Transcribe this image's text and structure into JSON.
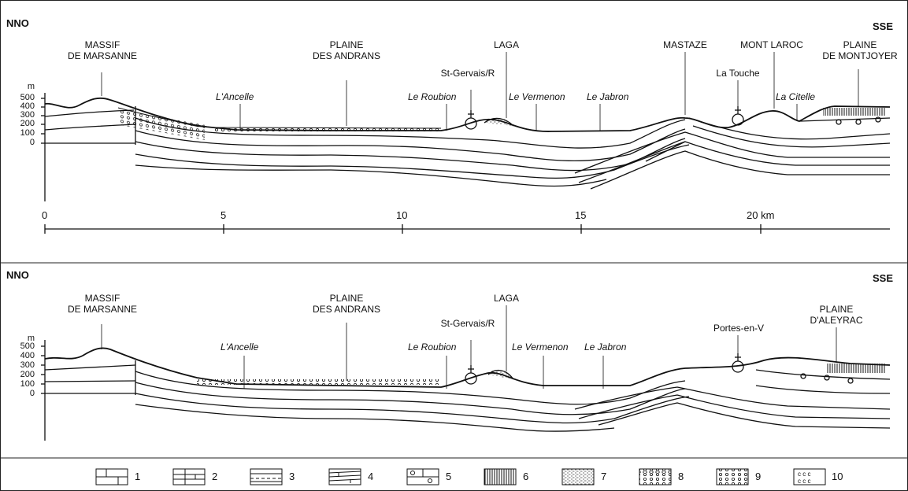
{
  "sections": [
    {
      "orientation_left": "NNO",
      "orientation_right": "SSE",
      "places": {
        "massif": "MASSIF\nDE MARSANNE",
        "plaine": "PLAINE\nDES ANDRANS",
        "laga": "LAGA",
        "mastaze": "MASTAZE",
        "mont_laroc": "MONT LAROC",
        "plaine_right": "PLAINE\nDE MONTJOYER"
      },
      "villages": {
        "st_gervais": "St-Gervais/R",
        "la_touche": "La Touche"
      },
      "rivers": {
        "ancelle": "L'Ancelle",
        "roubion": "Le Roubion",
        "vermenon": "Le Vermenon",
        "jabron": "Le Jabron",
        "citelle": "La Citelle"
      },
      "altitude_unit": "m",
      "altitude_ticks": [
        "500",
        "400",
        "300",
        "200",
        "100",
        "0"
      ]
    },
    {
      "orientation_left": "NNO",
      "orientation_right": "SSE",
      "places": {
        "massif": "MASSIF\nDE MARSANNE",
        "plaine": "PLAINE\nDES ANDRANS",
        "laga": "LAGA",
        "plaine_right": "PLAINE\nD'ALEYRAC"
      },
      "villages": {
        "st_gervais": "St-Gervais/R",
        "portes": "Portes-en-V"
      },
      "rivers": {
        "ancelle": "L'Ancelle",
        "roubion": "Le Roubion",
        "vermenon": "Le Vermenon",
        "jabron": "Le Jabron"
      },
      "altitude_unit": "m",
      "altitude_ticks": [
        "500",
        "400",
        "300",
        "200",
        "100",
        "0"
      ]
    }
  ],
  "scale_bar": {
    "ticks": [
      "0",
      "5",
      "10",
      "15",
      "20 km"
    ]
  },
  "legend": [
    "1",
    "2",
    "3",
    "4",
    "5",
    "6",
    "7",
    "8",
    "9",
    "10"
  ]
}
